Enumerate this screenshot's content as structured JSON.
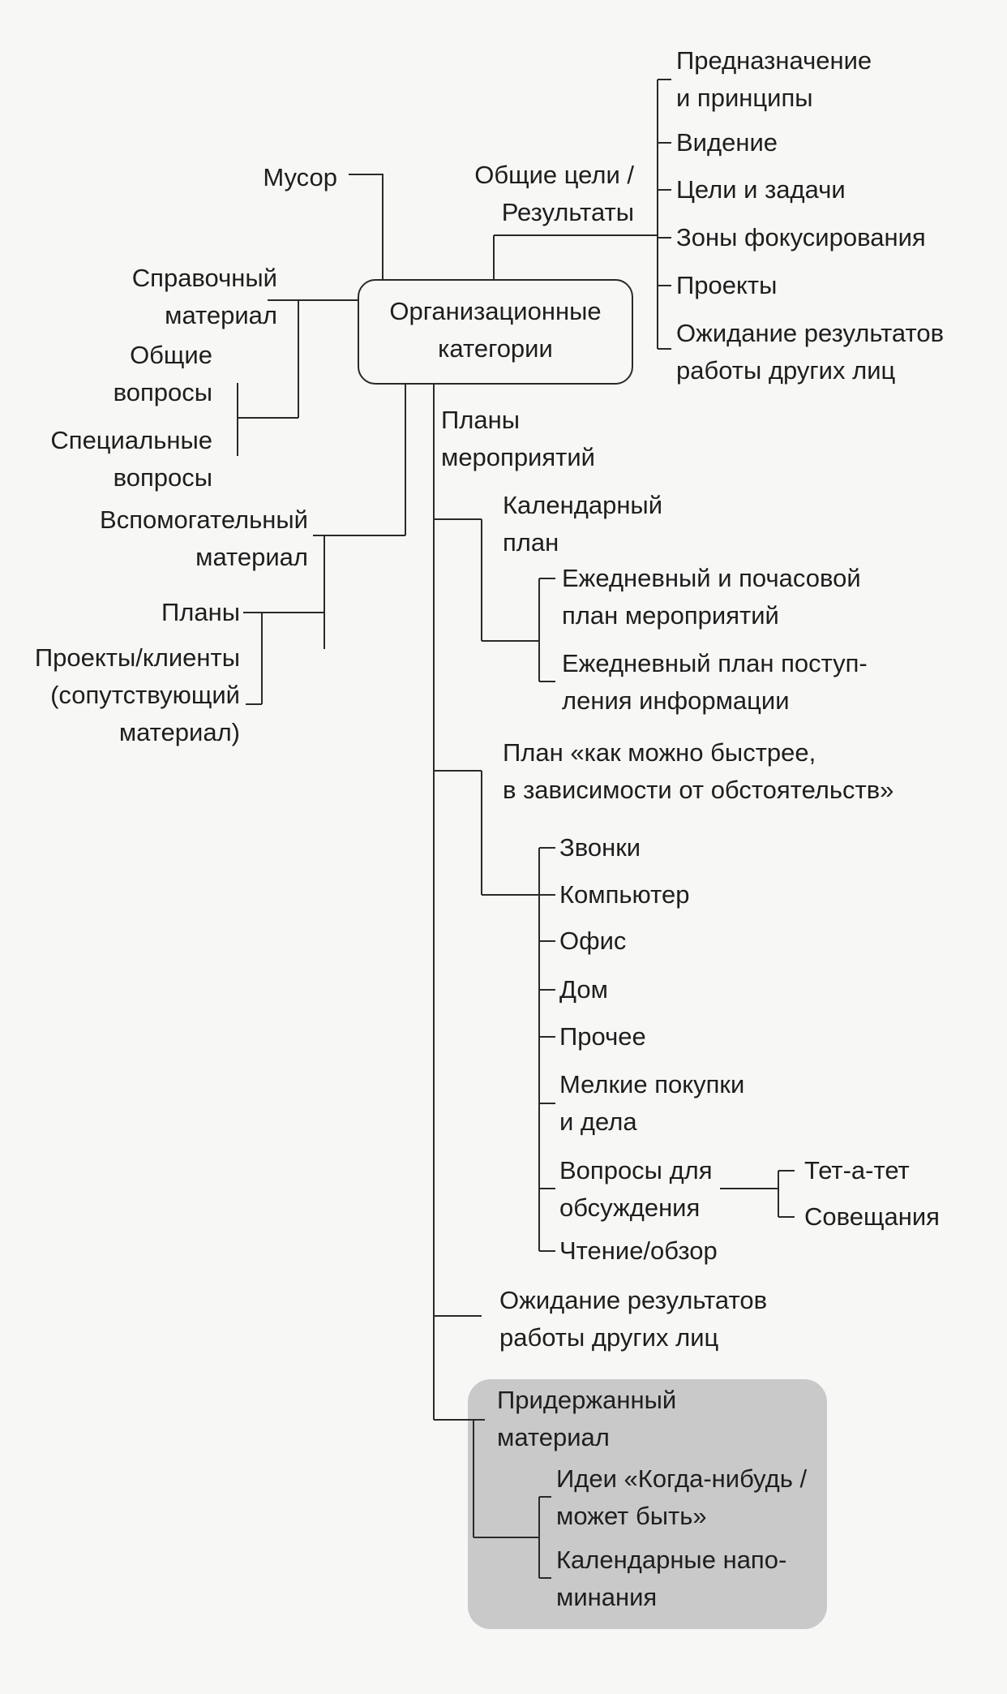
{
  "root": "Организационные\nкатегории",
  "left": {
    "trash": "Мусор",
    "reference": "Справочный\nматериал",
    "general": "Общие\nвопросы",
    "special": "Специальные\nвопросы",
    "support": "Вспомогательный\nматериал",
    "plans": "Планы",
    "projects": "Проекты/клиенты\n(сопутствующий\nматериал)"
  },
  "goals": {
    "label": "Общие цели /\nРезультаты",
    "items": [
      "Предназначение\nи принципы",
      "Видение",
      "Цели и задачи",
      "Зоны фокусирования",
      "Проекты",
      "Ожидание результатов\nработы других лиц"
    ]
  },
  "action": {
    "label": "Планы\nмероприятий",
    "calendar": "Календарный\nплан",
    "calendar_items": [
      "Ежедневный и почасовой\nплан мероприятий",
      "Ежедневный план поступ-\nления информации"
    ],
    "asap": "План «как можно быстрее,\nв зависимости от обстоятельств»",
    "asap_items": [
      "Звонки",
      "Компьютер",
      "Офис",
      "Дом",
      "Прочее",
      "Мелкие покупки\nи дела",
      "Вопросы для\nобсуждения",
      "Чтение/обзор"
    ],
    "discuss_items": [
      "Тет-а-тет",
      "Совещания"
    ],
    "waiting": "Ожидание результатов\nработы других лиц",
    "hold": "Придержанный\nматериал",
    "hold_items": [
      "Идеи «Когда-нибудь /\nможет быть»",
      "Календарные напо-\nминания"
    ]
  },
  "colors": {
    "ink": "#1e1e1e",
    "line": "#2a2a2a",
    "paper": "#f7f7f5",
    "hold_bg": "#c9c9c9"
  }
}
